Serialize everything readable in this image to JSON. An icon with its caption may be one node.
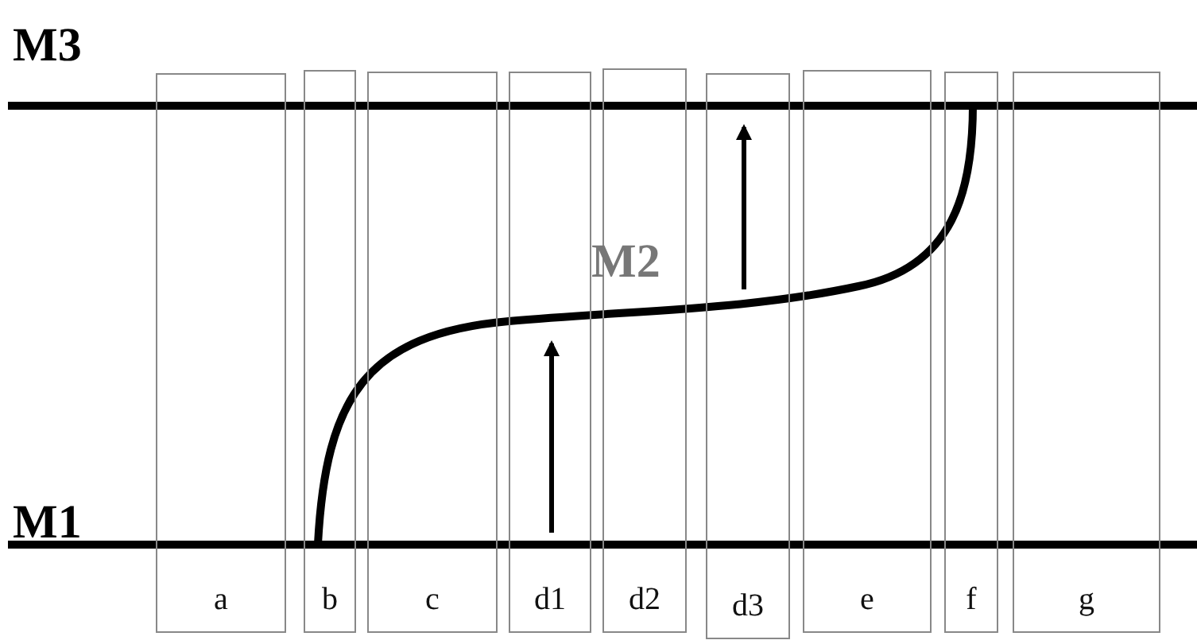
{
  "diagram": {
    "nodes": [
      {
        "text": [
          "a"
        ]
      },
      {
        "text": [
          "b"
        ]
      },
      {
        "text": [
          "c"
        ]
      },
      {
        "text": [
          "d1"
        ]
      },
      {
        "text": [
          "d2"
        ]
      },
      {
        "text": [
          "d3"
        ]
      },
      {
        "text": [
          "e"
        ]
      },
      {
        "text": [
          "f"
        ]
      },
      {
        "text": [
          "g"
        ]
      }
    ],
    "labels": [
      "M3",
      "M2",
      "M1"
    ]
  }
}
